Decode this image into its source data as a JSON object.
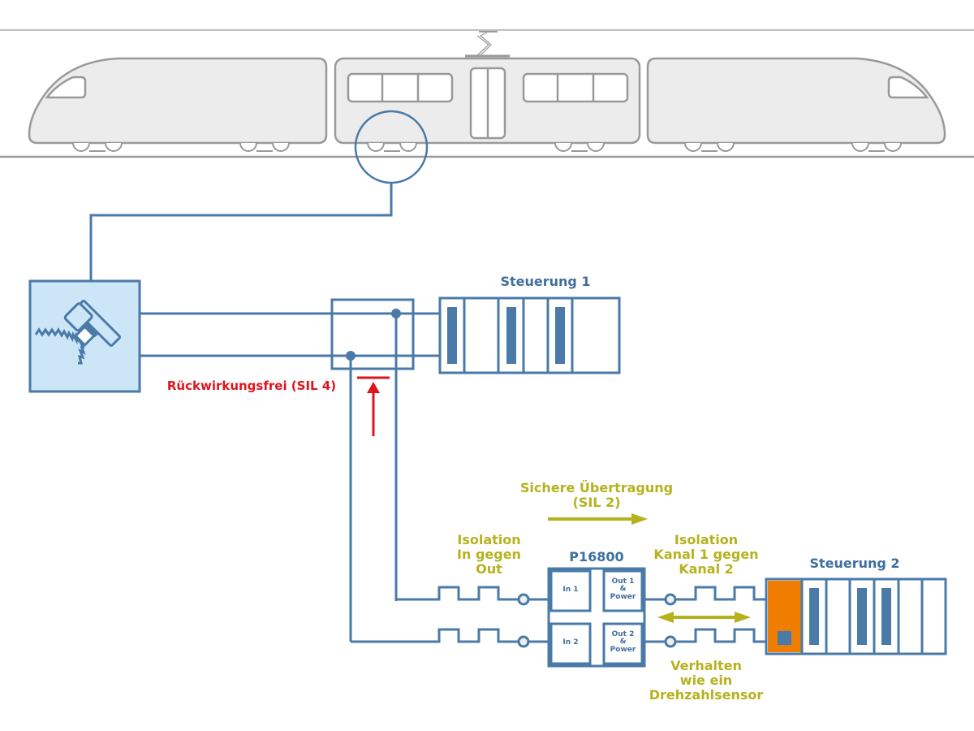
{
  "colors": {
    "train_stroke": "#999999",
    "train_fill": "#ececec",
    "line_blue": "#4a7aa8",
    "sensor_fill": "#cce6f8",
    "accent_olive": "#b5b21e",
    "accent_red": "#e0141e",
    "orange_module": "#f07d00"
  },
  "train": {
    "cars": [
      "front-car",
      "middle-car",
      "rear-car"
    ],
    "pantograph": true
  },
  "labels": {
    "steuerung1": "Steuerung 1",
    "steuerung2": "Steuerung 2",
    "rueckwirkungsfrei": "Rückwirkungsfrei (SIL 4)",
    "sichere_uebertragung": "Sichere Übertragung\n(SIL 2)",
    "isolation_in_out": "Isolation\nIn gegen\nOut",
    "isolation_kanal": "Isolation\nKanal 1 gegen\nKanal 2",
    "device_name": "P16800",
    "verhalten": "Verhalten\nwie ein\nDrehzahlsensor"
  },
  "device_ports": {
    "in1": "In 1",
    "in2": "In 2",
    "out1": "Out 1\n&\nPower",
    "out2": "Out 2\n&\nPower"
  },
  "icons": {
    "sensor": "speed-sensor-icon",
    "zoom_circle": "wheel-detail-circle",
    "isolation_symbol": "isolation-barrier-icon",
    "arrow_feedback": "blocked-arrow-icon"
  }
}
